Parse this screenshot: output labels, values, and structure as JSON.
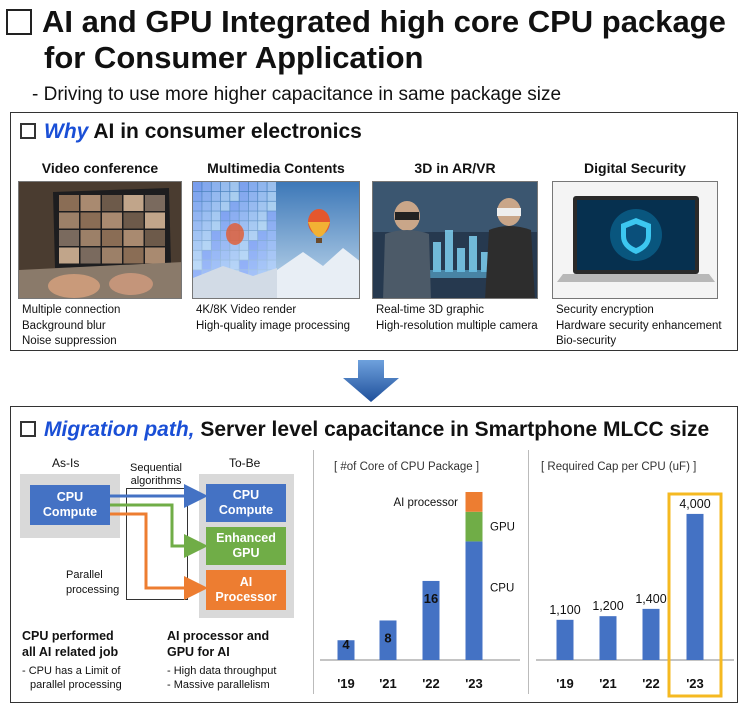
{
  "header": {
    "title_line1": "AI and GPU Integrated high core CPU package",
    "title_line2": "for Consumer Application",
    "subtitle": "- Driving to use more higher capacitance in same package size"
  },
  "why_panel": {
    "title_emph": "Why",
    "title_rest": " AI in consumer electronics",
    "categories": [
      {
        "title": "Video conference",
        "lines": [
          "Multiple connection",
          "Background blur",
          "Noise suppression"
        ]
      },
      {
        "title": "Multimedia Contents",
        "lines": [
          "4K/8K Video render",
          "High-quality image processing"
        ]
      },
      {
        "title": "3D in AR/VR",
        "lines": [
          "Real-time 3D graphic",
          "High-resolution multiple camera"
        ]
      },
      {
        "title": "Digital Security",
        "lines": [
          "Security encryption",
          "Hardware security enhancement",
          "Bio-security"
        ]
      }
    ]
  },
  "migration_panel": {
    "title_emph": "Migration path,",
    "title_rest": " Server level capacitance in Smartphone MLCC size",
    "as_is_label": "As-Is",
    "to_be_label": "To-Be",
    "sequential_label_1": "Sequential",
    "sequential_label_2": "algorithms",
    "parallel_label_1": "Parallel",
    "parallel_label_2": "processing",
    "cpu_compute_1": "CPU",
    "cpu_compute_2": "Compute",
    "tobe_cpu_1": "CPU",
    "tobe_cpu_2": "Compute",
    "gpu_1": "Enhanced",
    "gpu_2": "GPU",
    "ai_1": "AI",
    "ai_2": "Processor",
    "left_caption_1": "CPU performed",
    "left_caption_2": "all AI related job",
    "left_note_1": "- CPU has a Limit of",
    "left_note_2": "parallel processing",
    "right_caption_1": "AI processor and",
    "right_caption_2": "GPU for AI",
    "right_note_1": "- High data throughput",
    "right_note_2": "- Massive parallelism",
    "colors": {
      "cpu": "#4472c4",
      "gpu": "#70ad47",
      "ai": "#ed7d31",
      "highlight": "#f5b921"
    }
  },
  "chart_data": [
    {
      "type": "bar",
      "title": "[ #of Core of CPU Package ]",
      "categories": [
        "'19",
        "'21",
        "'22",
        "'23"
      ],
      "series": [
        {
          "name": "CPU",
          "values": [
            4,
            8,
            16,
            24
          ]
        },
        {
          "name": "GPU",
          "values": [
            0,
            0,
            0,
            6
          ]
        },
        {
          "name": "AI processor",
          "values": [
            0,
            0,
            0,
            4
          ]
        }
      ],
      "data_labels": [
        "4",
        "8",
        "16",
        ""
      ],
      "legend_labels": {
        "ai": "AI processor",
        "gpu": "GPU",
        "cpu": "CPU"
      }
    },
    {
      "type": "bar",
      "title": "[ Required Cap per CPU (uF) ]",
      "categories": [
        "'19",
        "'21",
        "'22",
        "'23"
      ],
      "values": [
        1100,
        1200,
        1400,
        4000
      ],
      "data_labels": [
        "1,100",
        "1,200",
        "1,400",
        "4,000"
      ],
      "highlight": "'23"
    }
  ]
}
